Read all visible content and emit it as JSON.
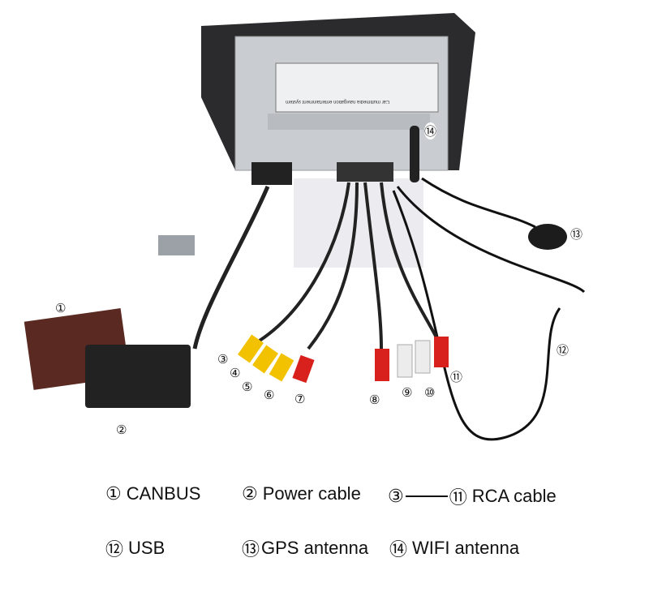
{
  "callouts": [
    "①",
    "②",
    "③",
    "④",
    "⑤",
    "⑥",
    "⑦",
    "⑧",
    "⑨",
    "⑩",
    "⑪",
    "⑫",
    "⑬",
    "⑭"
  ],
  "legend": {
    "canbus": {
      "num": "①",
      "label": "CANBUS"
    },
    "power": {
      "num": "②",
      "label": "Power cable"
    },
    "rca": {
      "num_start": "③",
      "num_end": "⑪",
      "label": "RCA cable"
    },
    "usb": {
      "num": "⑫",
      "label": "USB"
    },
    "gps": {
      "num": "⑬",
      "label": "GPS antenna"
    },
    "wifi": {
      "num": "⑭",
      "label": "WIFI antenna"
    }
  },
  "device_label": "Car multimedia navigation entertainment system",
  "colors": {
    "rca_yellow": "#f2c200",
    "rca_red": "#d8201c",
    "rca_white": "#ececec",
    "chassis": "#c9cdd2",
    "bezel": "#2b2b2d"
  }
}
